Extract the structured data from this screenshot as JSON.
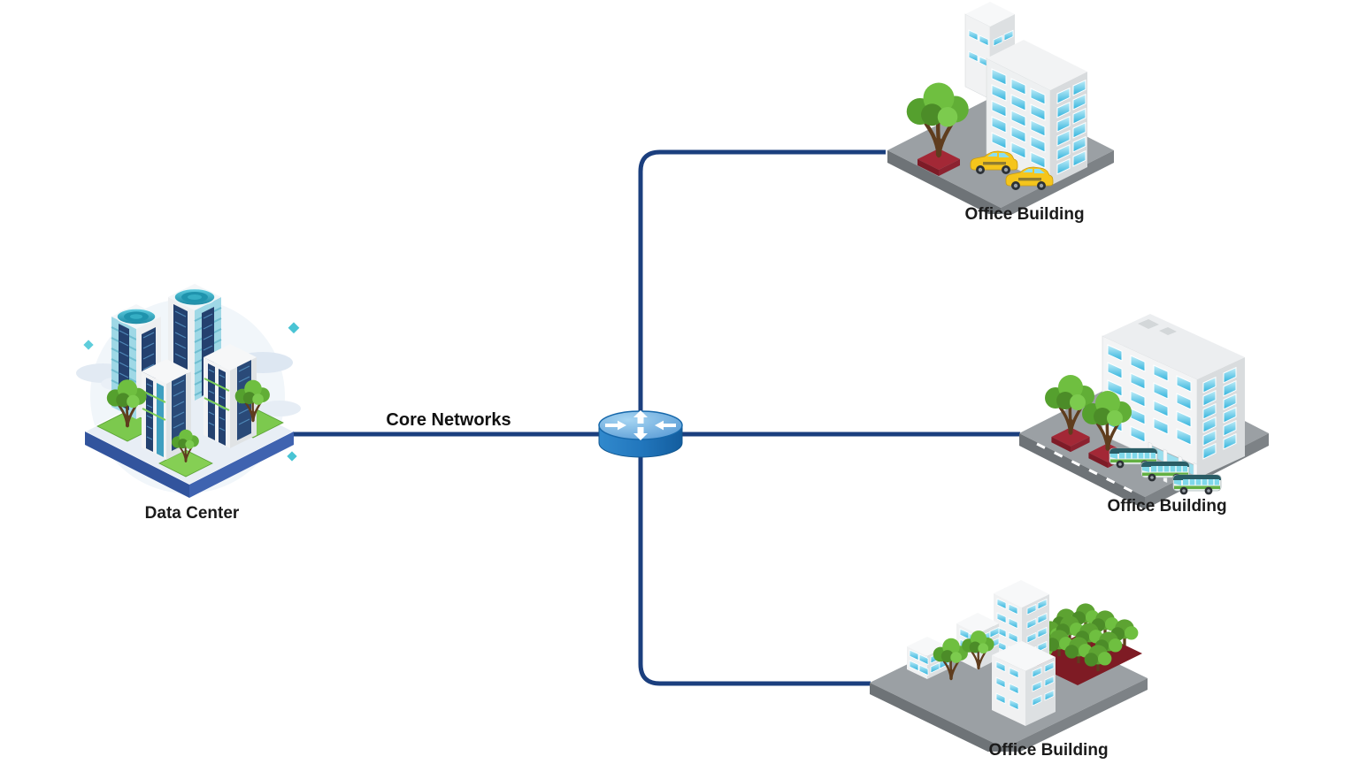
{
  "diagram": {
    "type": "network-topology",
    "background_color": "#ffffff",
    "edge_color": "#1b3f7e",
    "label_color": "#1b1b1b",
    "edge_label": "Core Networks",
    "nodes": {
      "data_center": {
        "label": "Data Center",
        "icon": "data-center-buildings-illustration"
      },
      "core_router": {
        "icon": "router-icon"
      },
      "office_building_top": {
        "label": "Office Building",
        "icon": "office-building-taxis-illustration"
      },
      "office_building_middle": {
        "label": "Office Building",
        "icon": "office-building-buses-illustration"
      },
      "office_building_bottom": {
        "label": "Office Building",
        "icon": "office-campus-trees-illustration"
      }
    },
    "edges": [
      {
        "from": "data_center",
        "to": "core_router",
        "label": "Core Networks"
      },
      {
        "from": "core_router",
        "to": "office_building_top"
      },
      {
        "from": "core_router",
        "to": "office_building_middle"
      },
      {
        "from": "core_router",
        "to": "office_building_bottom"
      }
    ]
  }
}
